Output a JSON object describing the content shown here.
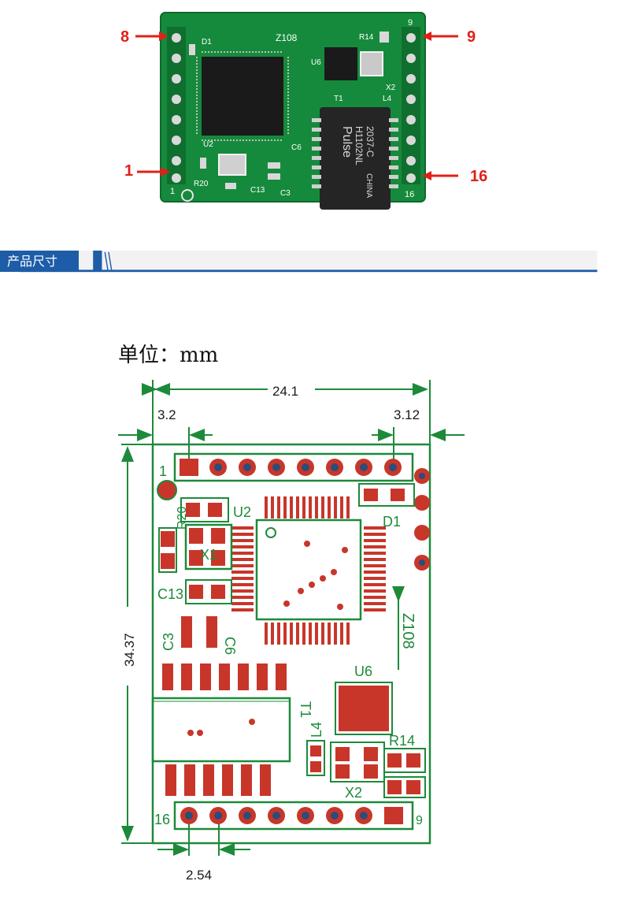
{
  "photo": {
    "chip_marking": "Z108",
    "silk": [
      "D1",
      "U6",
      "R14",
      "X2",
      "T1",
      "U2",
      "C6",
      "R20",
      "C13",
      "C3",
      "L4"
    ],
    "transformer_text": [
      "Pulse",
      "H1102NL",
      "2037-C",
      "CHINA"
    ],
    "corner_numbers": [
      "9",
      "16",
      "1"
    ],
    "pin_labels": {
      "top_left": "8",
      "bottom_left": "1",
      "top_right": "9",
      "bottom_right": "16"
    }
  },
  "section": {
    "title": "产品尺寸"
  },
  "unit": "单位：mm",
  "drawing": {
    "dims": {
      "width": "24.1",
      "left_offset": "3.2",
      "right_offset": "3.12",
      "height": "34.37",
      "pitch": "2.54"
    },
    "labels": [
      "1",
      "R20",
      "U2",
      "D1",
      "X1",
      "C13",
      "C3",
      "C6",
      "Z108",
      "U6",
      "T1",
      "L4",
      "R14",
      "X2",
      "16",
      "9"
    ]
  },
  "colors": {
    "arrow_red": "#e0201a",
    "pcb_green": "#1d8a3a",
    "pad_red": "#c8362a",
    "bar_blue": "#1d5da8"
  }
}
